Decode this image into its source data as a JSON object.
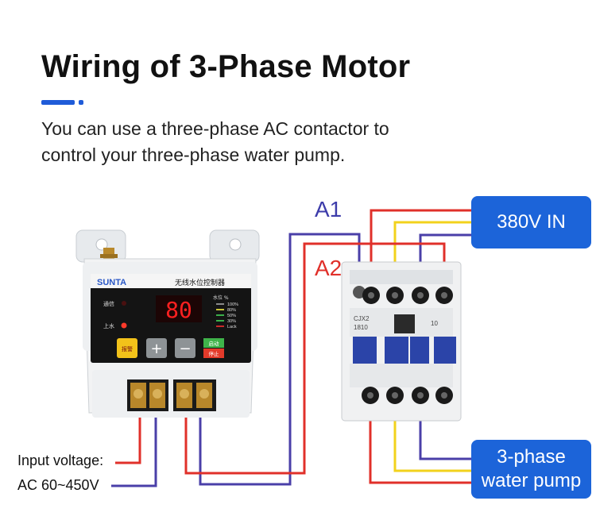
{
  "header": {
    "title": "Wiring of 3-Phase Motor",
    "subtitle_line1": "You can use a three-phase AC contactor to",
    "subtitle_line2": "control your three-phase water pump."
  },
  "labels": {
    "a1": "A1",
    "a2": "A2",
    "input_voltage": "Input voltage:",
    "ac_range": "AC 60~450V"
  },
  "boxes": {
    "power_in": "380V IN",
    "pump_line1": "3-phase",
    "pump_line2": "water pump"
  },
  "controller": {
    "brand": "SUNTA",
    "name": "无线水位控制器",
    "display": "80",
    "signal_label": "通信",
    "water_label": "上水",
    "level_unit": "水位 %",
    "levels": [
      "100%",
      "80%",
      "50%",
      "30%",
      "Lack"
    ],
    "btn_yellow": "报警",
    "btn_plus": "+",
    "btn_minus": "−",
    "btn_start": "启动",
    "btn_stop": "停止"
  },
  "contactor": {
    "model": "CJX2",
    "model_no": "1810",
    "rating": "10"
  },
  "colors": {
    "accent": "#1f5bd8",
    "box_blue": "#1c64d9",
    "wire_red": "#e0302a",
    "wire_yellow": "#f2d21c",
    "wire_blue": "#4a3fa8"
  }
}
